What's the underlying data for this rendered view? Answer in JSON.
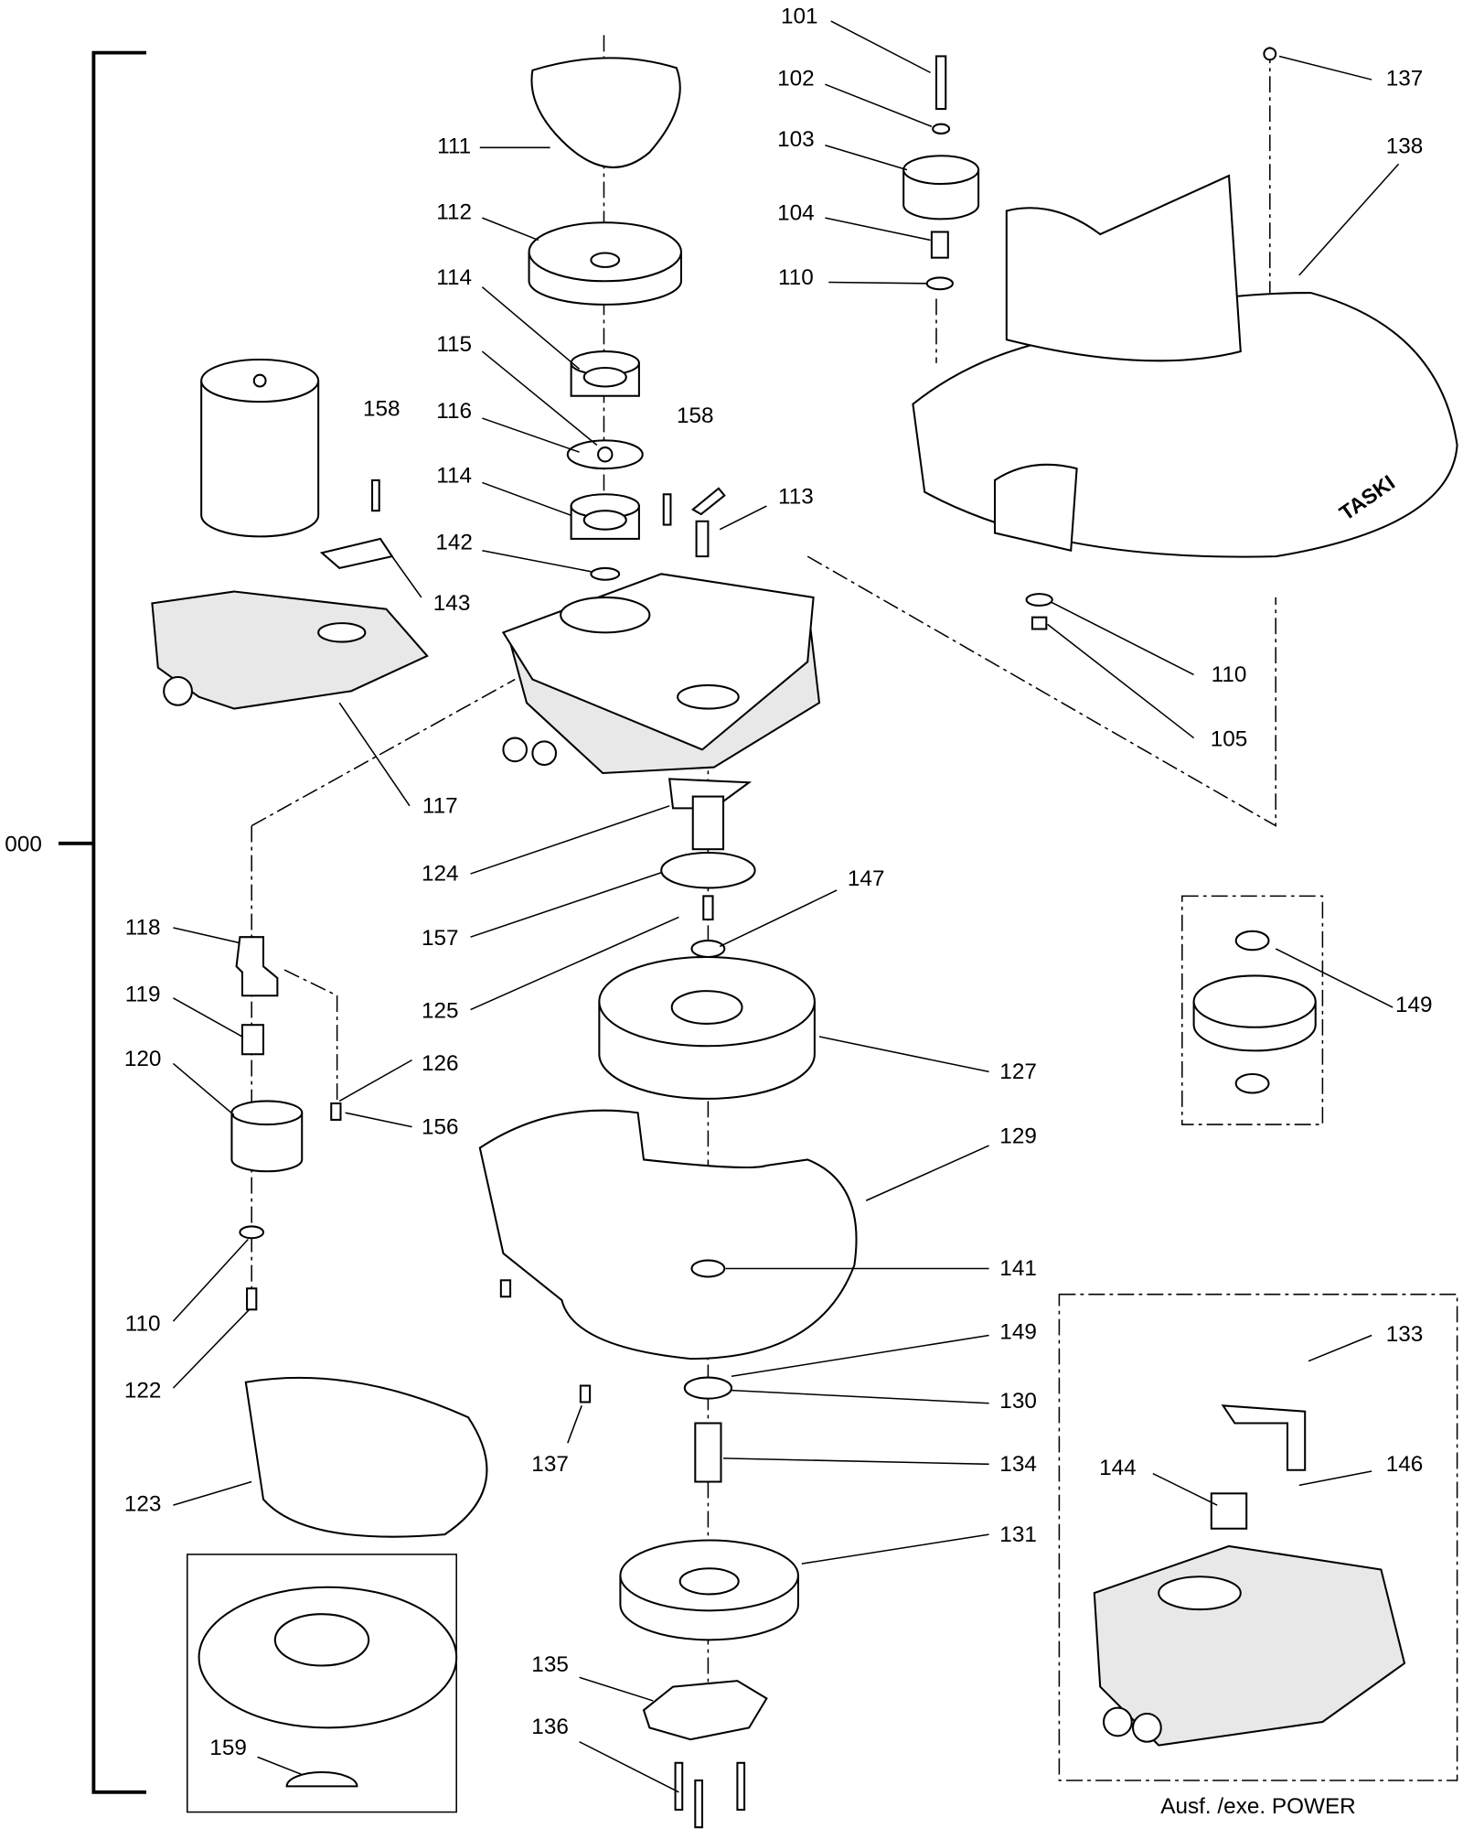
{
  "diagram": {
    "assembly_label": "000",
    "variant_caption": "Ausf. /exe. POWER",
    "logo_text": "TASKI",
    "part_labels": [
      "101",
      "102",
      "103",
      "104",
      "110",
      "137",
      "138",
      "111",
      "112",
      "114",
      "115",
      "116",
      "114",
      "142",
      "158",
      "143",
      "158",
      "113",
      "117",
      "110",
      "105",
      "124",
      "157",
      "147",
      "125",
      "149",
      "127",
      "118",
      "119",
      "120",
      "126",
      "156",
      "129",
      "141",
      "110",
      "122",
      "149",
      "130",
      "137",
      "133",
      "134",
      "144",
      "146",
      "123",
      "131",
      "135",
      "136",
      "159"
    ]
  }
}
